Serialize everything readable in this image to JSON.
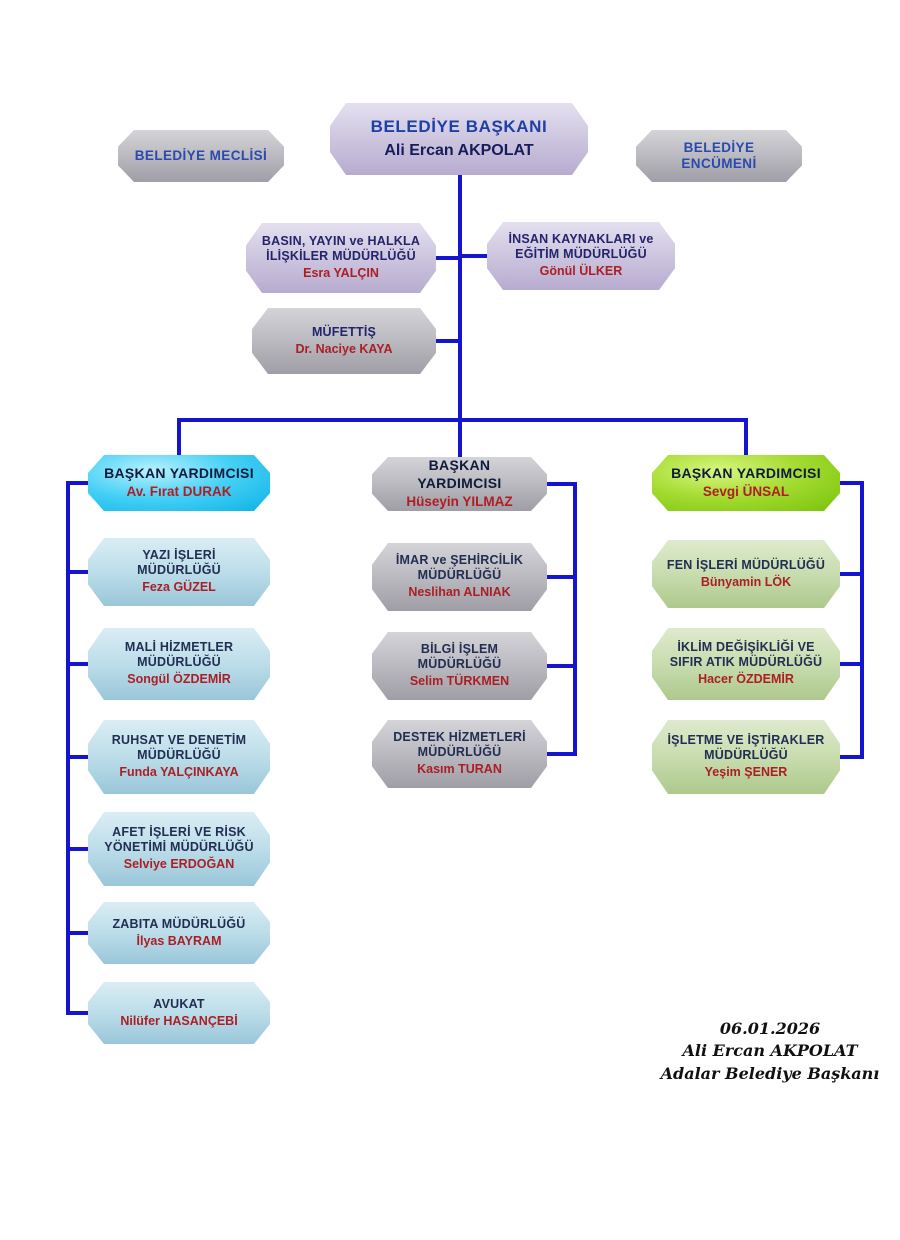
{
  "chart": {
    "root": {
      "title": "BELEDİYE BAŞKANI",
      "name": "Ali Ercan AKPOLAT"
    },
    "left_top": {
      "title": "BELEDİYE MECLİSİ"
    },
    "right_top": {
      "title": "BELEDİYE ENCÜMENİ"
    },
    "staff": [
      {
        "title": "BASIN, YAYIN ve HALKLA İLİŞKİLER MÜDÜRLÜĞÜ",
        "name": "Esra YALÇIN"
      },
      {
        "title": "İNSAN KAYNAKLARI ve EĞİTİM MÜDÜRLÜĞÜ",
        "name": "Gönül ÜLKER"
      },
      {
        "title": "MÜFETTİŞ",
        "name": "Dr. Naciye KAYA"
      }
    ],
    "columns": [
      {
        "header": {
          "title": "BAŞKAN YARDIMCISI",
          "name": "Av. Fırat DURAK"
        },
        "items": [
          {
            "title": "YAZI İŞLERİ MÜDÜRLÜĞÜ",
            "name": "Feza GÜZEL"
          },
          {
            "title": "MALİ HİZMETLER MÜDÜRLÜĞÜ",
            "name": "Songül ÖZDEMİR"
          },
          {
            "title": "RUHSAT VE DENETİM MÜDÜRLÜĞÜ",
            "name": "Funda YALÇINKAYA"
          },
          {
            "title": "AFET İŞLERİ VE RİSK YÖNETİMİ MÜDÜRLÜĞÜ",
            "name": "Selviye ERDOĞAN"
          },
          {
            "title": "ZABITA MÜDÜRLÜĞÜ",
            "name": "İlyas BAYRAM"
          },
          {
            "title": "AVUKAT",
            "name": "Nilüfer HASANÇEBİ"
          }
        ]
      },
      {
        "header": {
          "title": "BAŞKAN YARDIMCISI",
          "name": "Hüseyin YILMAZ"
        },
        "items": [
          {
            "title": "İMAR ve ŞEHİRCİLİK MÜDÜRLÜĞÜ",
            "name": "Neslihan ALNIAK"
          },
          {
            "title": "BİLGİ İŞLEM MÜDÜRLÜĞÜ",
            "name": "Selim TÜRKMEN"
          },
          {
            "title": "DESTEK HİZMETLERİ MÜDÜRLÜĞÜ",
            "name": "Kasım TURAN"
          }
        ]
      },
      {
        "header": {
          "title": "BAŞKAN YARDIMCISI",
          "name": "Sevgi ÜNSAL"
        },
        "items": [
          {
            "title": "FEN İŞLERİ MÜDÜRLÜĞÜ",
            "name": "Bünyamin LÖK"
          },
          {
            "title": "İKLİM DEĞİŞİKLİĞİ VE SIFIR ATIK MÜDÜRLÜĞÜ",
            "name": "Hacer ÖZDEMİR"
          },
          {
            "title": "İŞLETME VE İŞTİRAKLER MÜDÜRLÜĞÜ",
            "name": "Yeşim ŞENER"
          }
        ]
      }
    ],
    "signature": {
      "date": "06.01.2026",
      "name": "Ali Ercan AKPOLAT",
      "title": "Adalar Belediye Başkanı"
    },
    "colors": {
      "line": "#1515cf",
      "accent_cyan": "#17c3ef",
      "accent_green": "#86cc1a",
      "accent_lavender": "#c6bedb"
    }
  }
}
